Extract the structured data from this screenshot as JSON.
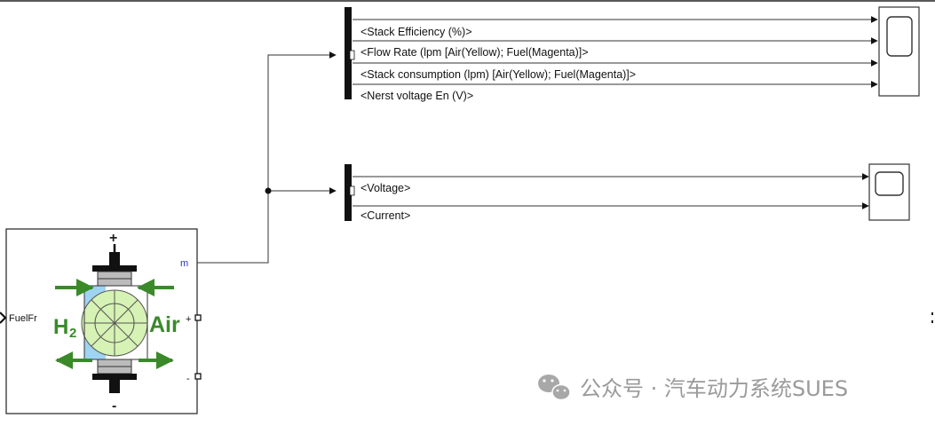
{
  "bus1": {
    "signals": [
      "<Stack Efficiency (%)>",
      "<Flow Rate (lpm [Air(Yellow); Fuel(Magenta)]>",
      "<Stack consumption (lpm) [Air(Yellow); Fuel(Magenta)]>",
      "<Nerst voltage En (V)>"
    ]
  },
  "bus2": {
    "signals": [
      "<Voltage>",
      "<Current>"
    ]
  },
  "fuel_cell_block": {
    "input_port_label": "FuelFr",
    "output_port_label": "m",
    "plus_port_label": "+",
    "minus_port_label": "-",
    "terminal_top": "+",
    "terminal_bottom": "-",
    "h2_main": "H",
    "h2_sub": "2",
    "air_label": "Air"
  },
  "watermark": {
    "text": "公众号 · 汽车动力系统SUES",
    "icon": "wechat-icon"
  },
  "colors": {
    "arrow_green": "#3a8a2a",
    "hydrogen_blue": "#9fd3f3",
    "air_green": "#d6f2b4",
    "wire": "#333333"
  }
}
